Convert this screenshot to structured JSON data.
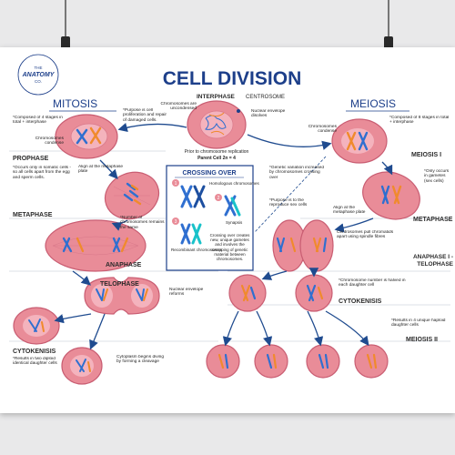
{
  "colors": {
    "navy": "#1d3f8a",
    "cell": "#e98c98",
    "cell_edge": "#c95d72",
    "nucleus": "#f4b3bd",
    "chrom_orange": "#f08a2c",
    "chrom_blue": "#2f6fd0",
    "arrow": "#1f4b8f"
  },
  "logo": {
    "top": "THE",
    "main": "ANATOMY",
    "bottom": "CO."
  },
  "title": "CELL DIVISION",
  "mitosis": {
    "heading": "MITOSIS",
    "note_stages": "*Composed of 4 stages in total + interphase",
    "note_purpose": "*Purpose is cell proliferation and repair of damaged cells.",
    "chromosomes_condense": "Chromosomes condense",
    "prophase": "PROPHASE",
    "note_occurs": "*Occurs only in somatic cells - so all cells apart from the egg and sperm cells.",
    "align": "Align at the metaphase plate",
    "metaphase": "METAPHASE",
    "note_number": "*Number of chromosomes remains the same",
    "anaphase": "ANAPHASE",
    "telophase": "TELOPHASE",
    "envelope_reforms": "Nuclear envelope reforms",
    "cytokenisis": "CYTOKENISIS",
    "note_results": "*Results in two diploid identical daughter cells",
    "cytoplasm": "Cytoplasm begins diving by forming a cleavage"
  },
  "interphase": {
    "label": "INTERPHASE",
    "centrosome": "CENTROSOME",
    "uncondensed": "Chromosomes are uncondensed",
    "envelope_dissolves": "Nuclear envelope disolves",
    "prior": "Prior to chromosome replication",
    "parent": "Parent Cell 2n = 4"
  },
  "crossing": {
    "title": "CROSSING OVER",
    "homologous": "Homologous chromosomes",
    "synapsis": "Synapsis",
    "recombinant": "Recombinant chromosomes",
    "note": "Crossing over creates new, unique gametes and involves the swapping of genetic material between chromosomes.",
    "steps": [
      "1",
      "2",
      "3"
    ]
  },
  "meiosis": {
    "heading": "MEIOSIS",
    "note_stages": "*Composed of 8 stages in total + interphase",
    "chromosomes_condense": "Chromosomes condense",
    "meiosis1": "MEIOSIS I",
    "note_variation": "*Genetic variation increased by chromosomes crossing over",
    "note_purpose": "*Purpose is to the reproduce sex cells",
    "note_gametes": "*Only occurs in gametes (sex cells)",
    "align": "Align at the metaphase plate",
    "metaphase": "METAPHASE",
    "centrosomes_pull": "Centrosomes pull chromatids apart using spindle fibres",
    "anaphase_telophase": "ANAPHASE I - TELOPHASE",
    "note_halved": "*Chromosome number is halved in each daughter cell",
    "cytokenisis": "CYTOKENISIS",
    "note_results": "*Results in 4 unique haploid daughter cells",
    "meiosis2": "MEIOSIS II"
  }
}
